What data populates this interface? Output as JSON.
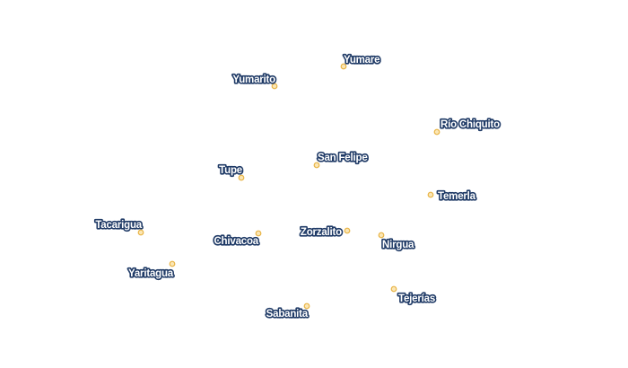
{
  "map": {
    "colors": {
      "dot_fill": "#fbe6b4",
      "dot_stroke": "#e8b446",
      "label_text": "#ffffff",
      "label_halo": "#1f3a66",
      "background": "#ffffff"
    },
    "places": [
      {
        "id": "yumare",
        "name": "Yumare"
      },
      {
        "id": "yumarito",
        "name": "Yumarito"
      },
      {
        "id": "rio-chiquito",
        "name": "Río Chiquito"
      },
      {
        "id": "san-felipe",
        "name": "San Felipe"
      },
      {
        "id": "tupe",
        "name": "Tupe"
      },
      {
        "id": "temerla",
        "name": "Temerla"
      },
      {
        "id": "tacarigua",
        "name": "Tacarigua"
      },
      {
        "id": "chivacoa",
        "name": "Chivacoa"
      },
      {
        "id": "zorzalito",
        "name": "Zorzalito"
      },
      {
        "id": "nirgua",
        "name": "Nirgua"
      },
      {
        "id": "yaritagua",
        "name": "Yaritagua"
      },
      {
        "id": "tejerias",
        "name": "Tejerías"
      },
      {
        "id": "sabanita",
        "name": "Sabanita"
      }
    ]
  }
}
